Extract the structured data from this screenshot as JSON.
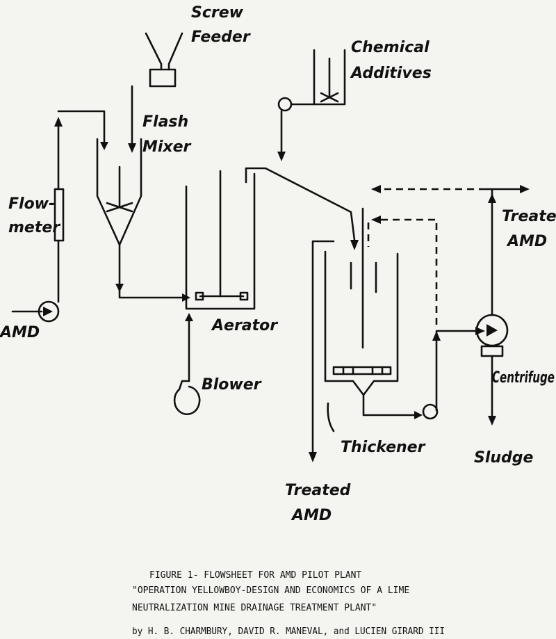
{
  "labels": {
    "screw_feeder_1": "Screw",
    "screw_feeder_2": "Feeder",
    "flash_mixer_1": "Flash",
    "flash_mixer_2": "Mixer",
    "chemical_1": "Chemical",
    "chemical_2": "Additives",
    "flowmeter_1": "Flow-",
    "flowmeter_2": "meter",
    "amd": "AMD",
    "aerator": "Aerator",
    "blower": "Blower",
    "thickener": "Thickener",
    "treated_top_1": "Treated",
    "treated_top_2": "AMD",
    "treated_bottom_1": "Treated",
    "treated_bottom_2": "AMD",
    "centrifuge": "Centrifuge",
    "sludge": "Sludge"
  },
  "caption": {
    "line1": "FIGURE 1- FLOWSHEET FOR AMD PILOT PLANT",
    "line2": "\"OPERATION YELLOWBOY-DESIGN AND ECONOMICS OF A LIME",
    "line3": "NEUTRALIZATION MINE DRAINAGE TREATMENT PLANT\"",
    "line4": "by H. B. CHARMBURY, DAVID R. MANEVAL, and LUCIEN GIRARD III"
  }
}
